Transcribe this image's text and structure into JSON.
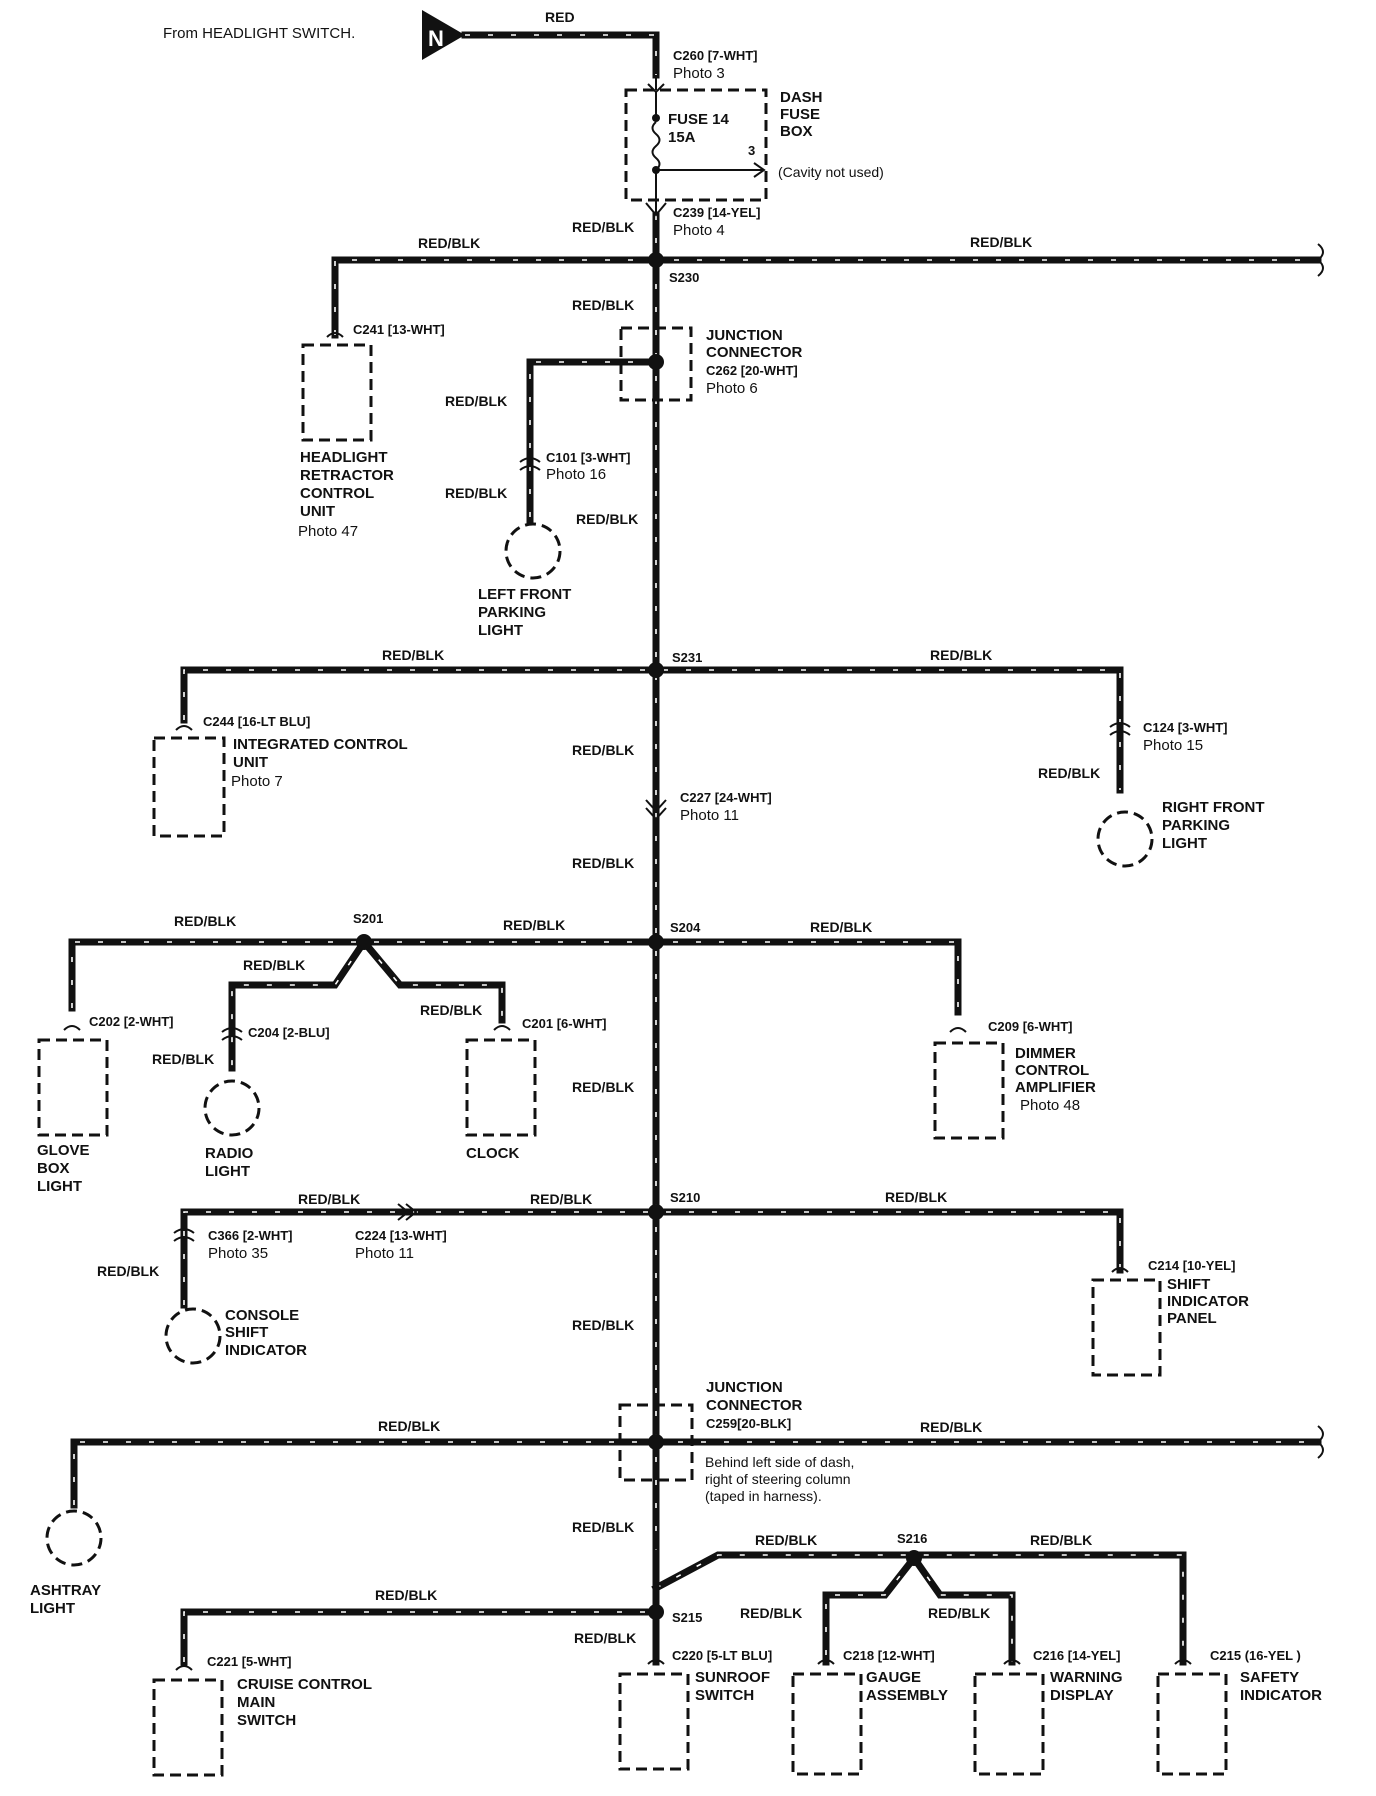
{
  "header": {
    "source_text": "From HEADLIGHT SWITCH.",
    "badge": "N",
    "red_wire": "RED"
  },
  "fuse": {
    "c260": "C260 [7-WHT]",
    "c260_photo": "Photo 3",
    "box_l1": "DASH",
    "box_l2": "FUSE",
    "box_l3": "BOX",
    "fuse_name": "FUSE 14",
    "fuse_rating": "15A",
    "cavity_num": "3",
    "cavity_text": "(Cavity not used)",
    "c239": "C239 [14-YEL]",
    "c239_photo": "Photo 4"
  },
  "wire": "RED/BLK",
  "splices": {
    "s230": "S230",
    "s231": "S231",
    "s201": "S201",
    "s204": "S204",
    "s210": "S210",
    "s215": "S215",
    "s216": "S216"
  },
  "headlight_retractor": {
    "conn": "C241 [13-WHT]",
    "l1": "HEADLIGHT",
    "l2": "RETRACTOR",
    "l3": "CONTROL",
    "l4": "UNIT",
    "photo": "Photo 47"
  },
  "junction1": {
    "l1": "JUNCTION",
    "l2": "CONNECTOR",
    "conn": "C262 [20-WHT]",
    "photo": "Photo 6"
  },
  "left_front_parking": {
    "conn": "C101 [3-WHT]",
    "photo": "Photo 16",
    "l1": "LEFT FRONT",
    "l2": "PARKING",
    "l3": "LIGHT"
  },
  "integrated_control": {
    "conn": "C244 [16-LT BLU]",
    "l1": "INTEGRATED CONTROL",
    "l2": "UNIT",
    "photo": "Photo 7"
  },
  "right_front_parking": {
    "conn": "C124 [3-WHT]",
    "photo": "Photo 15",
    "l1": "RIGHT FRONT",
    "l2": "PARKING",
    "l3": "LIGHT"
  },
  "c227": {
    "conn": "C227 [24-WHT]",
    "photo": "Photo 11"
  },
  "glove_box": {
    "conn": "C202 [2-WHT]",
    "l1": "GLOVE",
    "l2": "BOX",
    "l3": "LIGHT"
  },
  "radio": {
    "conn": "C204 [2-BLU]",
    "l1": "RADIO",
    "l2": "LIGHT"
  },
  "clock": {
    "conn": "C201 [6-WHT]",
    "l1": "CLOCK"
  },
  "dimmer": {
    "conn": "C209 [6-WHT]",
    "l1": "DIMMER",
    "l2": "CONTROL",
    "l3": "AMPLIFIER",
    "photo": "Photo 48"
  },
  "console": {
    "conn": "C366 [2-WHT]",
    "photo": "Photo 35",
    "conn2": "C224 [13-WHT]",
    "photo2": "Photo 11",
    "l1": "CONSOLE",
    "l2": "SHIFT",
    "l3": "INDICATOR"
  },
  "shift_panel": {
    "conn": "C214 [10-YEL]",
    "l1": "SHIFT",
    "l2": "INDICATOR",
    "l3": "PANEL"
  },
  "junction2": {
    "l1": "JUNCTION",
    "l2": "CONNECTOR",
    "conn": "C259[20-BLK]",
    "n1": "Behind left side of dash,",
    "n2": "right of steering column",
    "n3": "(taped in harness)."
  },
  "ashtray": {
    "l1": "ASHTRAY",
    "l2": "LIGHT"
  },
  "cruise": {
    "conn": "C221 [5-WHT]",
    "l1": "CRUISE CONTROL",
    "l2": "MAIN",
    "l3": "SWITCH"
  },
  "sunroof": {
    "conn": "C220 [5-LT BLU]",
    "l1": "SUNROOF",
    "l2": "SWITCH"
  },
  "gauge": {
    "conn": "C218 [12-WHT]",
    "l1": "GAUGE",
    "l2": "ASSEMBLY"
  },
  "warning": {
    "conn": "C216 [14-YEL]",
    "l1": "WARNING",
    "l2": "DISPLAY"
  },
  "safety": {
    "conn": "C215 (16-YEL )",
    "l1": "SAFETY",
    "l2": "INDICATOR"
  }
}
